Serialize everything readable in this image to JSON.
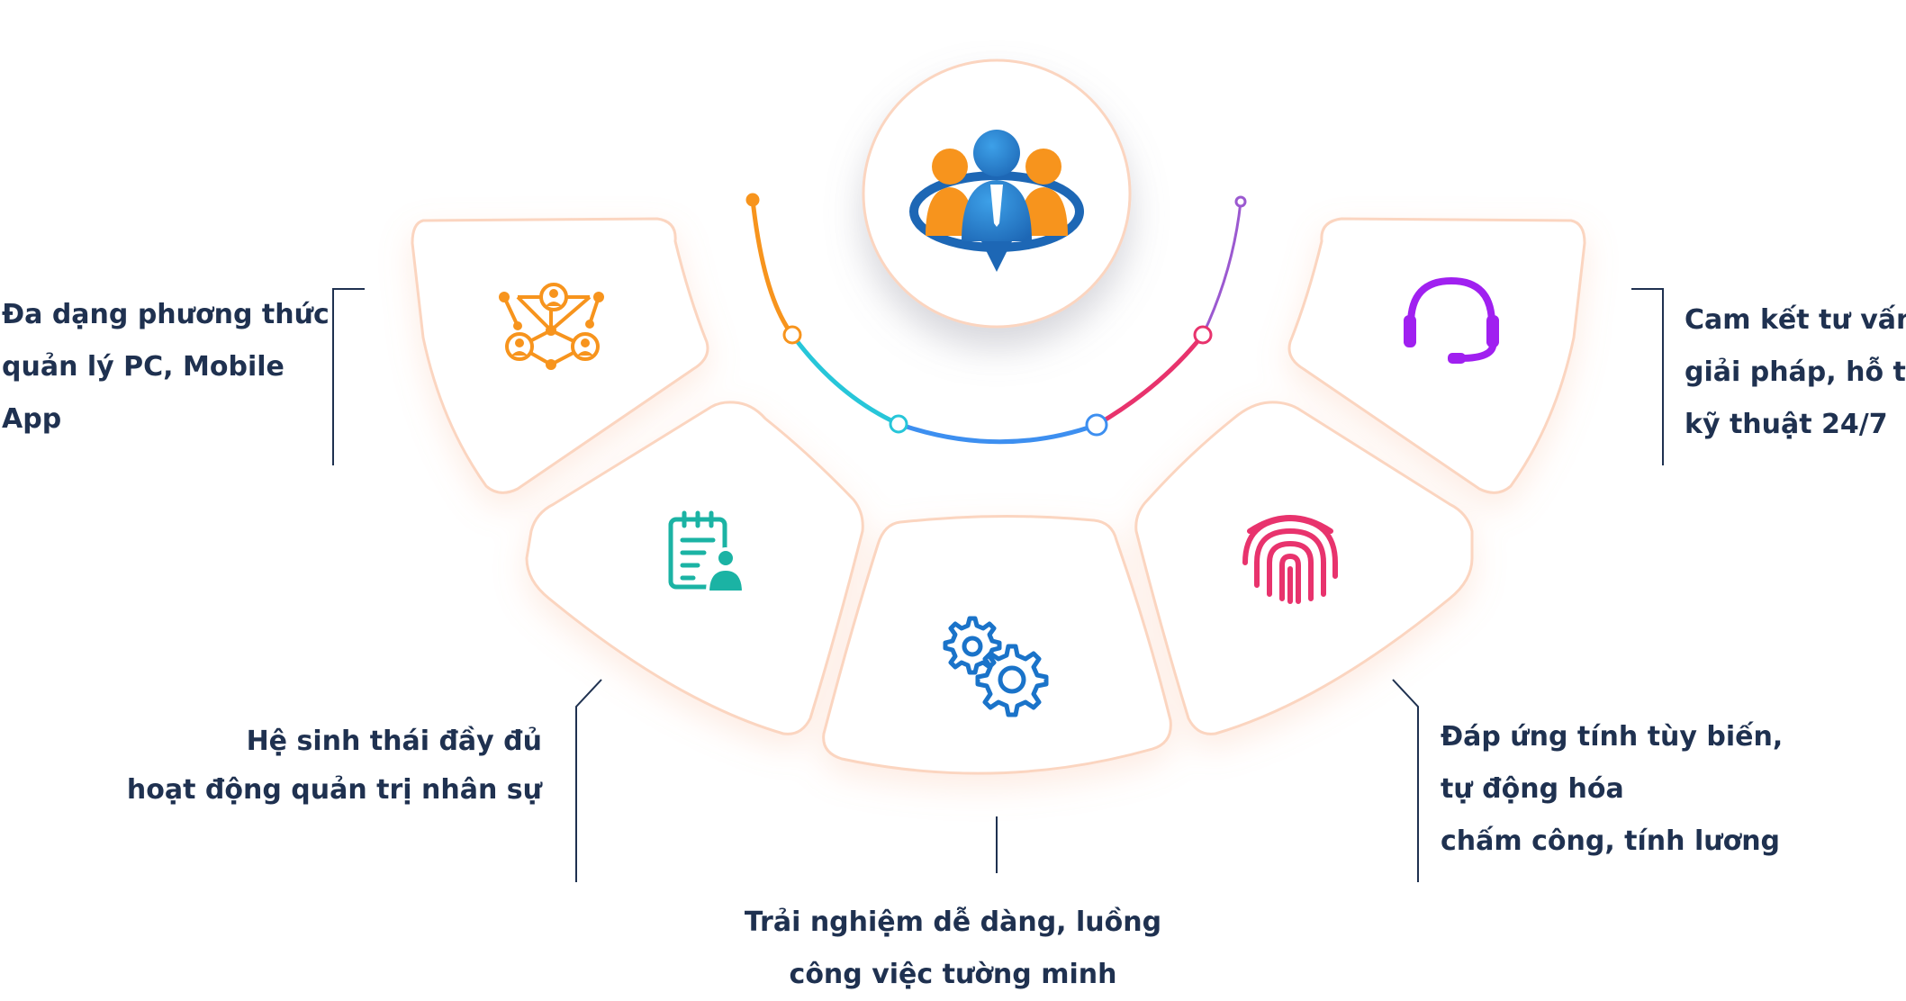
{
  "center": {
    "icon": "people-group-icon"
  },
  "features": [
    {
      "icon": "network-users-icon",
      "color": "#F7941D",
      "lines": [
        "Đa dạng phương thức",
        "quản lý PC, Mobile",
        "App"
      ]
    },
    {
      "icon": "headset-support-icon",
      "color": "#A020F0",
      "lines": [
        "Cam kết tư vấn",
        "giải pháp, hỗ trợ",
        "kỹ thuật 24/7"
      ]
    },
    {
      "icon": "clipboard-user-icon",
      "color": "#1BB3A4",
      "lines": [
        "Hệ sinh thái đầy đủ",
        "hoạt động quản trị nhân sự"
      ]
    },
    {
      "icon": "fingerprint-icon",
      "color": "#E8336D",
      "lines": [
        "Đáp ứng tính tùy biến,",
        "tự động hóa",
        "chấm công, tính lương"
      ]
    },
    {
      "icon": "gears-icon",
      "color": "#1A73C9",
      "lines": [
        "Trải nghiệm dễ dàng, luồng",
        "công việc tường minh"
      ]
    }
  ],
  "colors": {
    "text": "#1F3150",
    "arc_orange": "#F7941D",
    "arc_cyan": "#27C6D9",
    "arc_blue": "#3D8FF0",
    "arc_pink": "#E8336D",
    "arc_purple": "#9B59D0",
    "card_border": "#FBD5C0"
  }
}
